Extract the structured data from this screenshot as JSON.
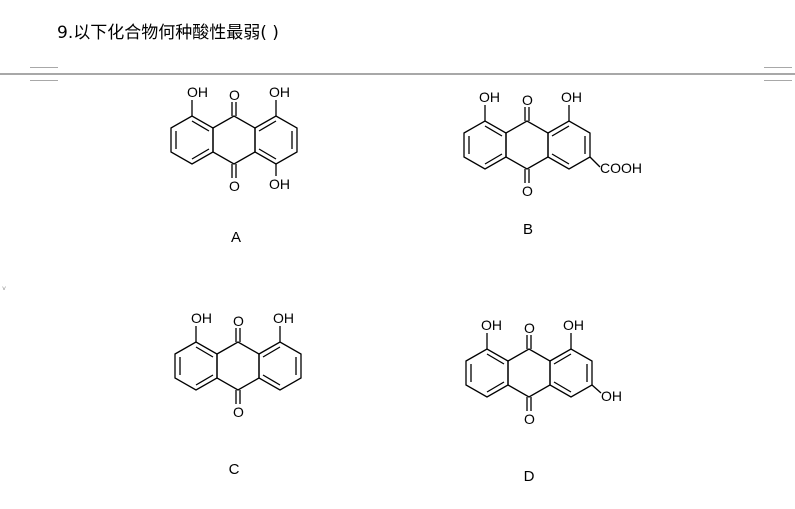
{
  "question": {
    "text": "9.以下化合物何种酸性最弱(   )"
  },
  "options": [
    {
      "label": "A",
      "substituents": [
        "OH",
        "OH",
        "OH"
      ],
      "carbonyls": [
        "O",
        "O"
      ]
    },
    {
      "label": "B",
      "substituents": [
        "OH",
        "OH",
        "COOH"
      ],
      "carbonyls": [
        "O",
        "O"
      ]
    },
    {
      "label": "C",
      "substituents": [
        "OH",
        "OH"
      ],
      "carbonyls": [
        "O",
        "O"
      ]
    },
    {
      "label": "D",
      "substituents": [
        "OH",
        "OH",
        "OH"
      ],
      "carbonyls": [
        "O",
        "O"
      ]
    }
  ],
  "margin_marker": "˅"
}
